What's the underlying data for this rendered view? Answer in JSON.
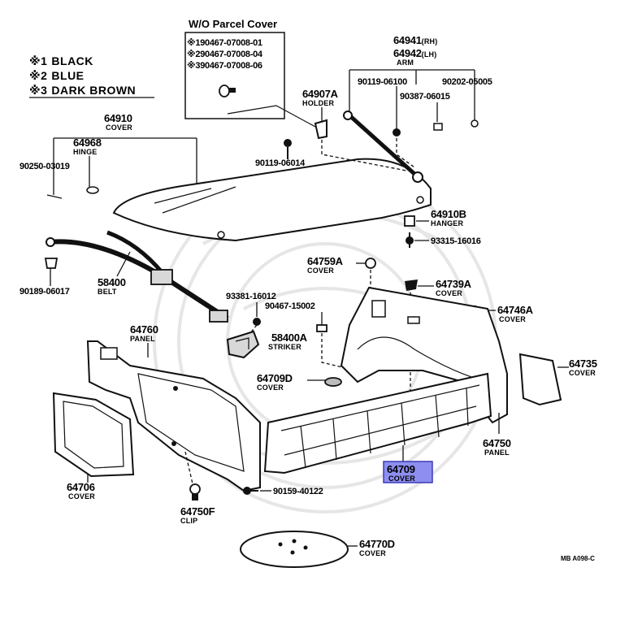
{
  "legend": {
    "items": [
      {
        "mark": "※1",
        "label": "BLACK"
      },
      {
        "mark": "※2",
        "label": "BLUE"
      },
      {
        "mark": "※3",
        "label": "DARK BROWN"
      }
    ]
  },
  "inset": {
    "title": "W/O Parcel Cover",
    "lines": [
      "※190467-07008-01",
      "※290467-07008-04",
      "※390467-07008-06"
    ]
  },
  "parts": {
    "p64910": {
      "number": "64910",
      "desc": "COVER"
    },
    "p64968": {
      "number": "64968",
      "desc": "HINGE"
    },
    "p90250": {
      "number": "90250-03019"
    },
    "p64941": {
      "number": "64941",
      "suffix": "(RH)"
    },
    "p64942": {
      "number": "64942",
      "suffix": "(LH)",
      "desc": "ARM"
    },
    "p90119a": {
      "number": "90119-06100"
    },
    "p90202": {
      "number": "90202-05005"
    },
    "p90387": {
      "number": "90387-06015"
    },
    "p64907A": {
      "number": "64907A",
      "desc": "HOLDER"
    },
    "p90119b": {
      "number": "90119-06014"
    },
    "p64910B": {
      "number": "64910B",
      "desc": "HANGER"
    },
    "p93315": {
      "number": "93315-16016"
    },
    "p90189": {
      "number": "90189-06017"
    },
    "p58400": {
      "number": "58400",
      "desc": "BELT"
    },
    "p93381": {
      "number": "93381-16012"
    },
    "p64759A": {
      "number": "64759A",
      "desc": "COVER"
    },
    "p64739A": {
      "number": "64739A",
      "desc": "COVER"
    },
    "p90467": {
      "number": "90467-15002"
    },
    "p64746A": {
      "number": "64746A",
      "desc": "COVER"
    },
    "p58400A": {
      "number": "58400A",
      "desc": "STRIKER"
    },
    "p64760": {
      "number": "64760",
      "desc": "PANEL"
    },
    "p64709D": {
      "number": "64709D",
      "desc": "COVER"
    },
    "p64735": {
      "number": "64735",
      "desc": "COVER"
    },
    "p64750": {
      "number": "64750",
      "desc": "PANEL"
    },
    "p64709": {
      "number": "64709",
      "desc": "COVER"
    },
    "p64706": {
      "number": "64706",
      "desc": "COVER"
    },
    "p90159": {
      "number": "90159-40122"
    },
    "p64750F": {
      "number": "64750F",
      "desc": "CLIP"
    },
    "p64770D": {
      "number": "64770D",
      "desc": "COVER"
    }
  },
  "ref_code": "MB A098-C",
  "highlight_color": "#8e8ef0"
}
